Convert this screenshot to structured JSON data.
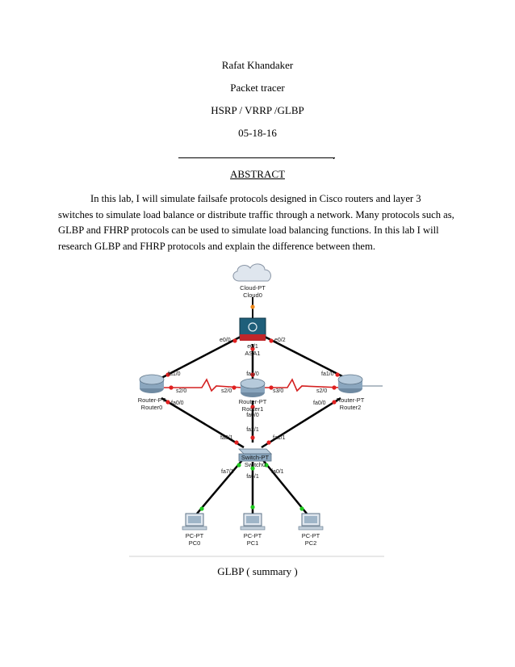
{
  "header": {
    "author": "Rafat  Khandaker",
    "tool": "Packet tracer",
    "topic": "HSRP / VRRP /GLBP",
    "date": "05-18-16",
    "rule_mark": "."
  },
  "abstract": {
    "title": "ABSTRACT",
    "lines": [
      "In this lab, I will simulate  failsafe  protocols  designed  in  Cisco routers  and layer  3",
      "switches  to  simulate  load balance or distribute  traffic  through  a network.  Many protocols  such  as,",
      "GLBP and FHRP protocols  can be used to simulate  load balancing  functions.   In this  lab I will",
      "research GLBP  and FHRP protocols  and explain  the  difference  between  them."
    ]
  },
  "diagram": {
    "devices": {
      "cloud": [
        "Cloud-PT",
        "Cloud0"
      ],
      "asa": [
        "ASA1"
      ],
      "router0": [
        "Router-PT",
        "Router0"
      ],
      "router1": [
        "Router-PT",
        "Router1"
      ],
      "router2": [
        "Router-PT",
        "Router2"
      ],
      "switch": [
        "Switch-PT",
        "Switch0"
      ],
      "pc0": [
        "PC-PT",
        "PC0"
      ],
      "pc1": [
        "PC-PT",
        "PC1"
      ],
      "pc2": [
        "PC-PT",
        "PC2"
      ]
    },
    "ports": {
      "asa_e00": "e0/0",
      "asa_e01": "e0/1",
      "asa_e02": "e0/2",
      "r0_fa10": "fa1/0",
      "r0_s20": "s2/0",
      "r0_fa00": "fa0/0",
      "r1_fa10": "fa1/0",
      "r1_s20": "s2/0",
      "r1_s30": "s3/0",
      "r1_fa00": "fa0/0",
      "r2_fa10": "fa1/0",
      "r2_s20": "s2/0",
      "r2_fa00": "fa0/0",
      "sw_fa31": "fa3/1",
      "sw_fa21": "fa2/1",
      "sw_fa11": "fa1/1",
      "sw_fa71": "fa7/1",
      "sw_fa01": "fa0/1",
      "sw_fa61": "fa6/1"
    },
    "colors": {
      "link": "#000000",
      "serial": "#d42020",
      "up": "#1fcc1f",
      "down": "#e02020",
      "cloud_link": "#f08a1c"
    }
  },
  "caption": "GLBP  ( summary  )"
}
